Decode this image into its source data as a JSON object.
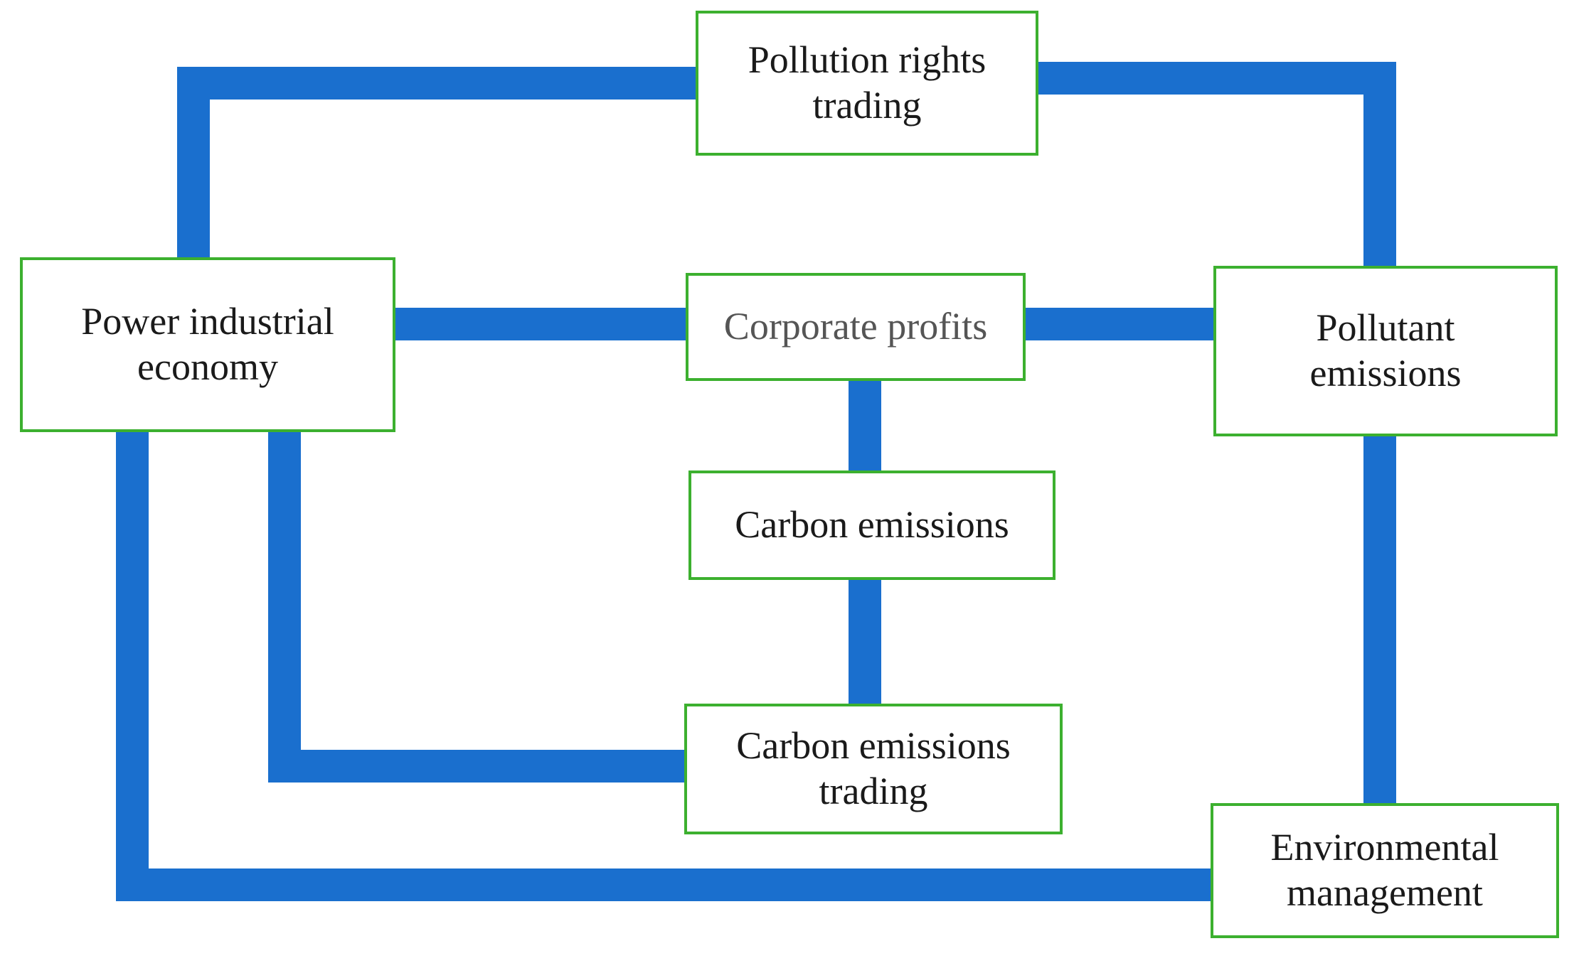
{
  "nodes": {
    "pollution_rights_trading": {
      "lines": [
        "Pollution rights",
        "trading"
      ]
    },
    "power_industrial_economy": {
      "lines": [
        "Power industrial",
        "economy"
      ]
    },
    "corporate_profits": {
      "lines": [
        "Corporate profits"
      ]
    },
    "pollutant_emissions": {
      "lines": [
        "Pollutant",
        "emissions"
      ]
    },
    "carbon_emissions": {
      "lines": [
        "Carbon emissions"
      ]
    },
    "carbon_emissions_trading": {
      "lines": [
        "Carbon emissions",
        "trading"
      ]
    },
    "environmental_management": {
      "lines": [
        "Environmental",
        "management"
      ]
    }
  },
  "colors": {
    "connector": "#1a6fce",
    "node_border": "#3cb02f",
    "background": "#ffffff"
  }
}
